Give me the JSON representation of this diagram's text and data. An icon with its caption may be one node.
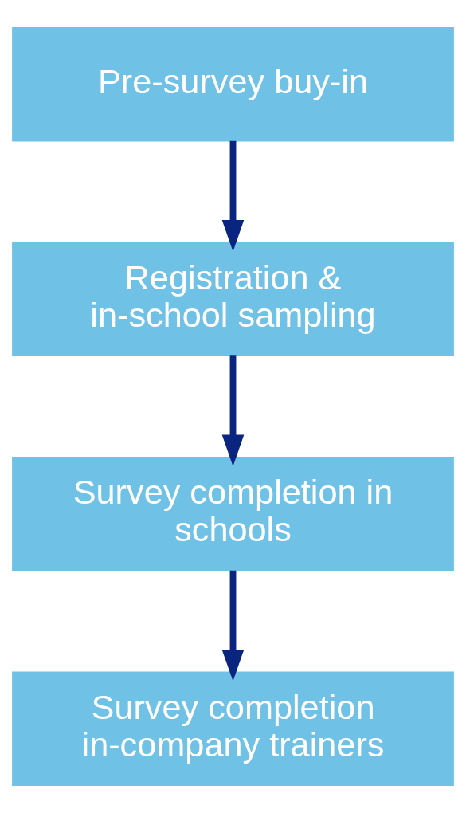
{
  "diagram": {
    "nodes": [
      {
        "text": [
          "Pre-survey buy-in"
        ]
      },
      {
        "text": [
          "Registration & in-school sampling"
        ]
      },
      {
        "text": [
          "Survey completion in schools"
        ]
      },
      {
        "text": [
          "Survey completion in-company trainers"
        ]
      }
    ],
    "edges": [
      {
        "from": 0,
        "to": 1,
        "arrow": "to"
      },
      {
        "from": 1,
        "to": 2,
        "arrow": "to"
      },
      {
        "from": 2,
        "to": 3,
        "arrow": "to"
      }
    ]
  }
}
